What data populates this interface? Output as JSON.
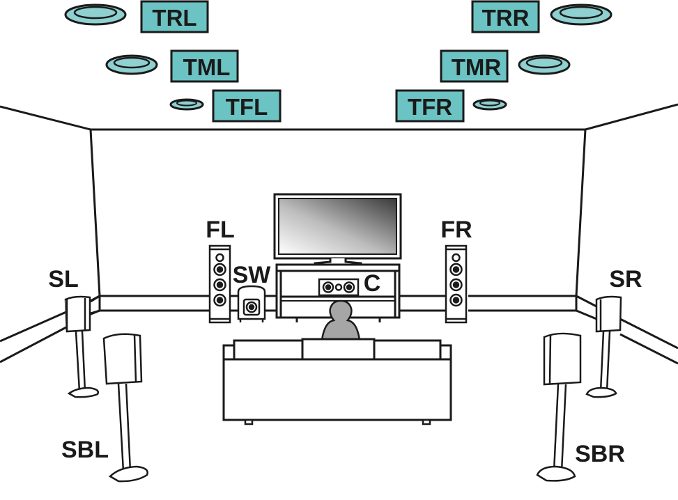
{
  "colors": {
    "ceiling_tag_fill": "#6cc3c3",
    "speaker_ring_fill": "#8fd0d0",
    "line": "#1a1a1a",
    "person": "#a6a6a6",
    "background": "#ffffff"
  },
  "labels": {
    "trl": "TRL",
    "trr": "TRR",
    "tml": "TML",
    "tmr": "TMR",
    "tfl": "TFL",
    "tfr": "TFR",
    "fl": "FL",
    "fr": "FR",
    "sw": "SW",
    "c": "C",
    "sl": "SL",
    "sr": "SR",
    "sbl": "SBL",
    "sbr": "SBR"
  }
}
